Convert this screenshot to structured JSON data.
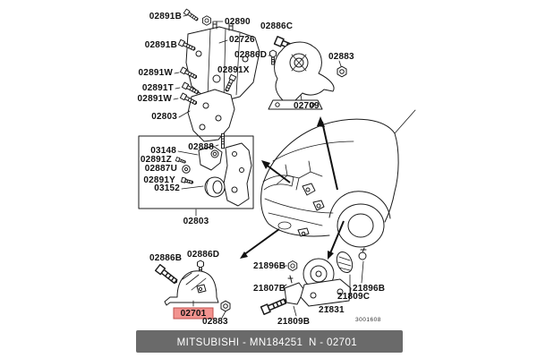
{
  "diagram": {
    "type": "parts-exploded-diagram",
    "vehicle_area": "engine mounting",
    "line_color": "#1a1a1a"
  },
  "callouts": [
    {
      "text": "02891B",
      "group": "upper-bracket"
    },
    {
      "text": "02890",
      "group": "upper-bracket"
    },
    {
      "text": "02891B",
      "group": "upper-bracket"
    },
    {
      "text": "02726",
      "group": "upper-bracket"
    },
    {
      "text": "02886C",
      "group": "right-mount"
    },
    {
      "text": "02886D",
      "group": "right-mount"
    },
    {
      "text": "02883",
      "group": "right-mount"
    },
    {
      "text": "02709",
      "group": "right-mount"
    },
    {
      "text": "02891W",
      "group": "upper-bracket"
    },
    {
      "text": "02891X",
      "group": "upper-bracket"
    },
    {
      "text": "02891T",
      "group": "upper-bracket"
    },
    {
      "text": "02891W",
      "group": "upper-bracket"
    },
    {
      "text": "02803",
      "group": "upper-bracket"
    },
    {
      "text": "02888",
      "group": "boxed-assembly"
    },
    {
      "text": "03148",
      "group": "boxed-assembly"
    },
    {
      "text": "02891Z",
      "group": "boxed-assembly"
    },
    {
      "text": "02887U",
      "group": "boxed-assembly"
    },
    {
      "text": "02891Y",
      "group": "boxed-assembly"
    },
    {
      "text": "03152",
      "group": "boxed-assembly"
    },
    {
      "text": "02803",
      "group": "boxed-assembly"
    },
    {
      "text": "02886B",
      "group": "front-mount"
    },
    {
      "text": "02886D",
      "group": "front-mount"
    },
    {
      "text": "02701",
      "group": "front-mount",
      "highlighted": true
    },
    {
      "text": "02883",
      "group": "front-mount"
    },
    {
      "text": "21896B",
      "group": "rear-mount"
    },
    {
      "text": "21807B",
      "group": "rear-mount"
    },
    {
      "text": "21809C",
      "group": "rear-mount"
    },
    {
      "text": "21896B",
      "group": "rear-mount"
    },
    {
      "text": "21831",
      "group": "rear-mount"
    },
    {
      "text": "21809B",
      "group": "rear-mount"
    }
  ],
  "highlight": {
    "part": "02701",
    "fill": "#f2938f",
    "border": "#c0504d"
  },
  "sheet_code": "3001608",
  "footer": {
    "left": "MITSUBISHI - MN184251",
    "right": "N - 02701",
    "bg_color": "#6a6a6a",
    "text_color": "#ffffff"
  }
}
